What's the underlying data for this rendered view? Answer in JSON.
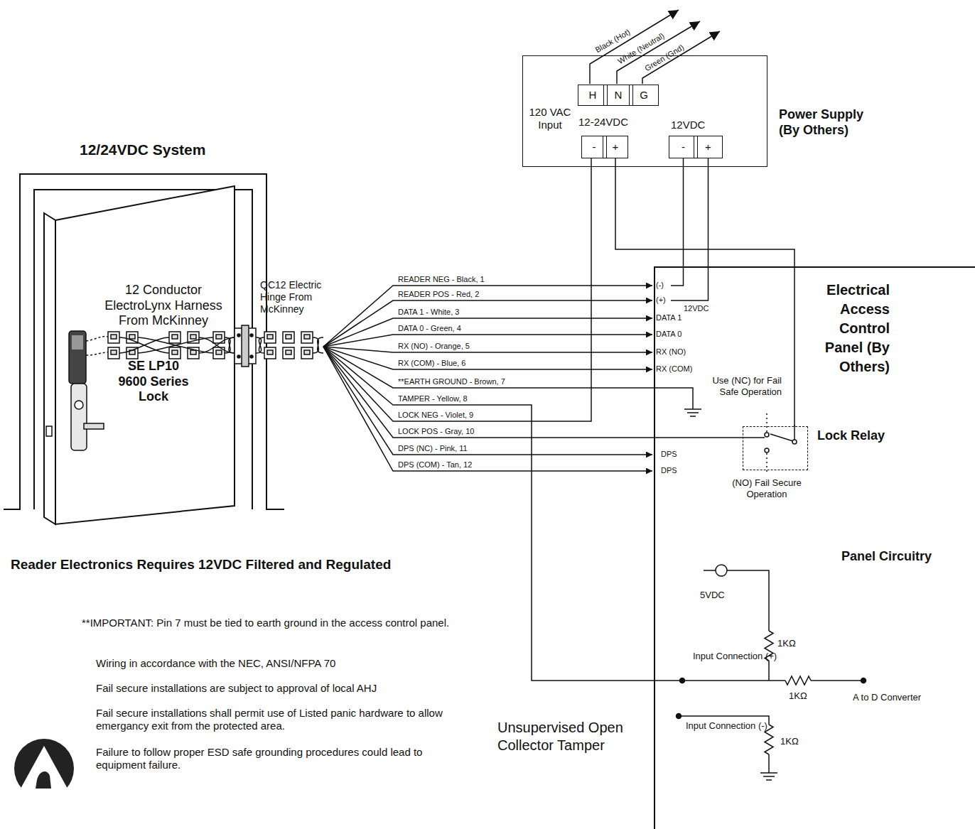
{
  "diagram": {
    "title": "12/24VDC System",
    "caption": "Reader Electronics Requires 12VDC Filtered and Regulated",
    "nodes": [
      {
        "text": [
          "Power Supply (By Others)",
          "120 VAC Input",
          "12-24VDC",
          "12VDC"
        ]
      },
      {
        "text": [
          "H"
        ],
        "in": 0
      },
      {
        "text": [
          "N"
        ],
        "in": 0
      },
      {
        "text": [
          "G"
        ],
        "in": 0
      },
      {
        "text": [
          "-"
        ],
        "in": 0
      },
      {
        "text": [
          "+"
        ],
        "in": 0
      },
      {
        "text": [
          "-"
        ],
        "in": 0
      },
      {
        "text": [
          "+"
        ],
        "in": 0
      },
      {
        "text": [
          "Electrical Access Control Panel (By Others)",
          "Panel Circuitry"
        ]
      },
      {
        "text": [
          "Lock Relay"
        ],
        "in": 8
      }
    ],
    "edges": [
      {
        "from": 6,
        "to": 8,
        "arrow": "none"
      },
      {
        "from": 7,
        "to": 8,
        "arrow": "none"
      },
      {
        "from": 5,
        "to": 9,
        "arrow": "none"
      }
    ],
    "labels": [
      "Black (Hot)",
      "White (Neutral)",
      "Green (Gnd)",
      "12 Conductor ElectroLynx Harness From McKinney",
      "SE LP10 9600 Series Lock",
      "QC12 Electric Hinge From McKinney",
      "READER NEG - Black, 1",
      "READER POS - Red, 2",
      "DATA 1 - White, 3",
      "DATA 0 - Green, 4",
      "RX (NO) - Orange, 5",
      "RX (COM) - Blue, 6",
      "**EARTH GROUND - Brown, 7",
      "TAMPER - Yellow, 8",
      "LOCK NEG - Violet, 9",
      "LOCK POS - Gray, 10",
      "DPS (NC) - Pink, 11",
      "DPS (COM) - Tan, 12",
      "(-)",
      "(+)",
      "12VDC",
      "DATA 1",
      "DATA 0",
      "RX (NO)",
      "RX (COM)",
      "Use (NC) for Fail Safe Operation",
      "DPS",
      "DPS",
      "(NO) Fail Secure Operation",
      "5VDC",
      "1KΩ",
      "Input Connection (+)",
      "1KΩ",
      "A to D Converter",
      "Input Connection (-)",
      "1KΩ",
      "Unsupervised Open Collector Tamper",
      "**IMPORTANT: Pin 7 must be tied to earth ground in the access control panel.",
      "Wiring in accordance with the NEC, ANSI/NFPA 70",
      "Fail secure installations are subject to approval of local AHJ",
      "Fail secure installations shall permit use of Listed panic hardware to allow emergancy exit from the protected area.",
      "Failure to follow proper ESD safe grounding procedures could lead to equipment failure."
    ]
  }
}
